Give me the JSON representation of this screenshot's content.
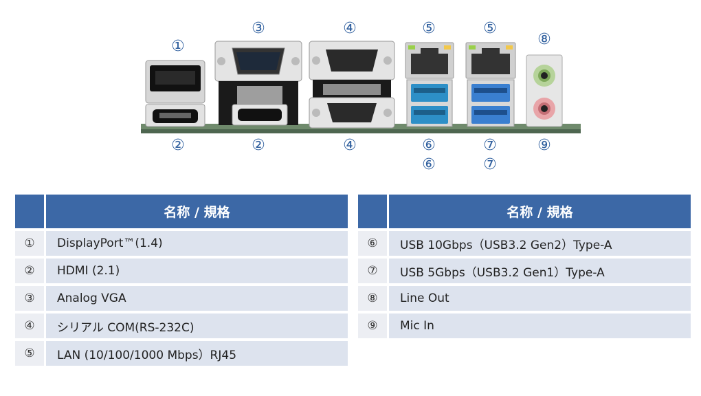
{
  "diagram": {
    "labels_top": [
      "①",
      "③",
      "④",
      "⑤",
      "⑤",
      "⑧"
    ],
    "labels_bottom": [
      "②",
      "②",
      "④",
      "⑥",
      "⑥",
      "⑦",
      "⑦",
      "⑨"
    ]
  },
  "table_left": {
    "header": "名称 / 規格",
    "rows": [
      {
        "num": "①",
        "label": "DisplayPort™(1.4)"
      },
      {
        "num": "②",
        "label": "HDMI (2.1)"
      },
      {
        "num": "③",
        "label": "Analog VGA"
      },
      {
        "num": "④",
        "label": "シリアル COM(RS-232C)"
      },
      {
        "num": "⑤",
        "label": "LAN (10/100/1000 Mbps）RJ45"
      }
    ]
  },
  "table_right": {
    "header": "名称 / 規格",
    "rows": [
      {
        "num": "⑥",
        "label": "USB 10Gbps（USB3.2 Gen2）Type-A"
      },
      {
        "num": "⑦",
        "label": "USB 5Gbps（USB3.2 Gen1）Type-A"
      },
      {
        "num": "⑧",
        "label": "Line Out"
      },
      {
        "num": "⑨",
        "label": "Mic In"
      }
    ]
  },
  "colors": {
    "header": "#3c68a6",
    "label_color": "#2f5f9e",
    "row_bg": "#dde3ee",
    "num_bg": "#eceef3"
  }
}
